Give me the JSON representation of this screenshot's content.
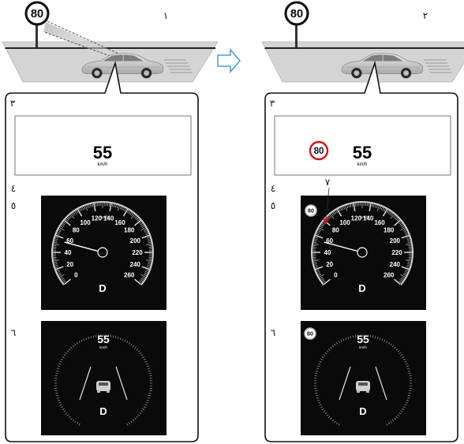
{
  "panels": [
    {
      "id": "left",
      "number_label": "١",
      "sign_value": "80",
      "callout_label": "٣",
      "hud": {
        "speed": "55",
        "unit": "km/h",
        "sign_visible": false,
        "sign_value": ""
      },
      "cluster_label_4": "٤",
      "cluster_label_5": "٥",
      "cluster_label_7": "",
      "speedo": {
        "ticks": [
          "0",
          "20",
          "40",
          "60",
          "80",
          "100",
          "120",
          "140",
          "160",
          "180",
          "200",
          "220",
          "240",
          "260"
        ],
        "unit": "km/h",
        "gear": "D",
        "needle_value": 55,
        "sign_visible": false,
        "sign_value": ""
      },
      "lower_label": "٦",
      "lower": {
        "speed": "55",
        "unit": "km/h",
        "gear": "D",
        "sign_visible": false,
        "sign_value": ""
      }
    },
    {
      "id": "right",
      "number_label": "٢",
      "sign_value": "80",
      "callout_label": "٣",
      "hud": {
        "speed": "55",
        "unit": "km/h",
        "sign_visible": true,
        "sign_value": "80"
      },
      "cluster_label_4": "٤",
      "cluster_label_5": "٥",
      "cluster_label_7": "٧",
      "speedo": {
        "ticks": [
          "0",
          "20",
          "40",
          "60",
          "80",
          "100",
          "120",
          "140",
          "160",
          "180",
          "200",
          "220",
          "240",
          "260"
        ],
        "unit": "km/h",
        "gear": "D",
        "needle_value": 55,
        "sign_visible": true,
        "sign_value": "80"
      },
      "lower_label": "٦",
      "lower": {
        "speed": "55",
        "unit": "km/h",
        "gear": "D",
        "sign_visible": true,
        "sign_value": "80"
      }
    }
  ],
  "arrow_icon": "right-arrow-icon",
  "colors": {
    "arrow": "#4a9fd8",
    "sign_ring": "#d0121b",
    "marker": "#d0121b",
    "dial_bg": "#0a0a0a"
  }
}
